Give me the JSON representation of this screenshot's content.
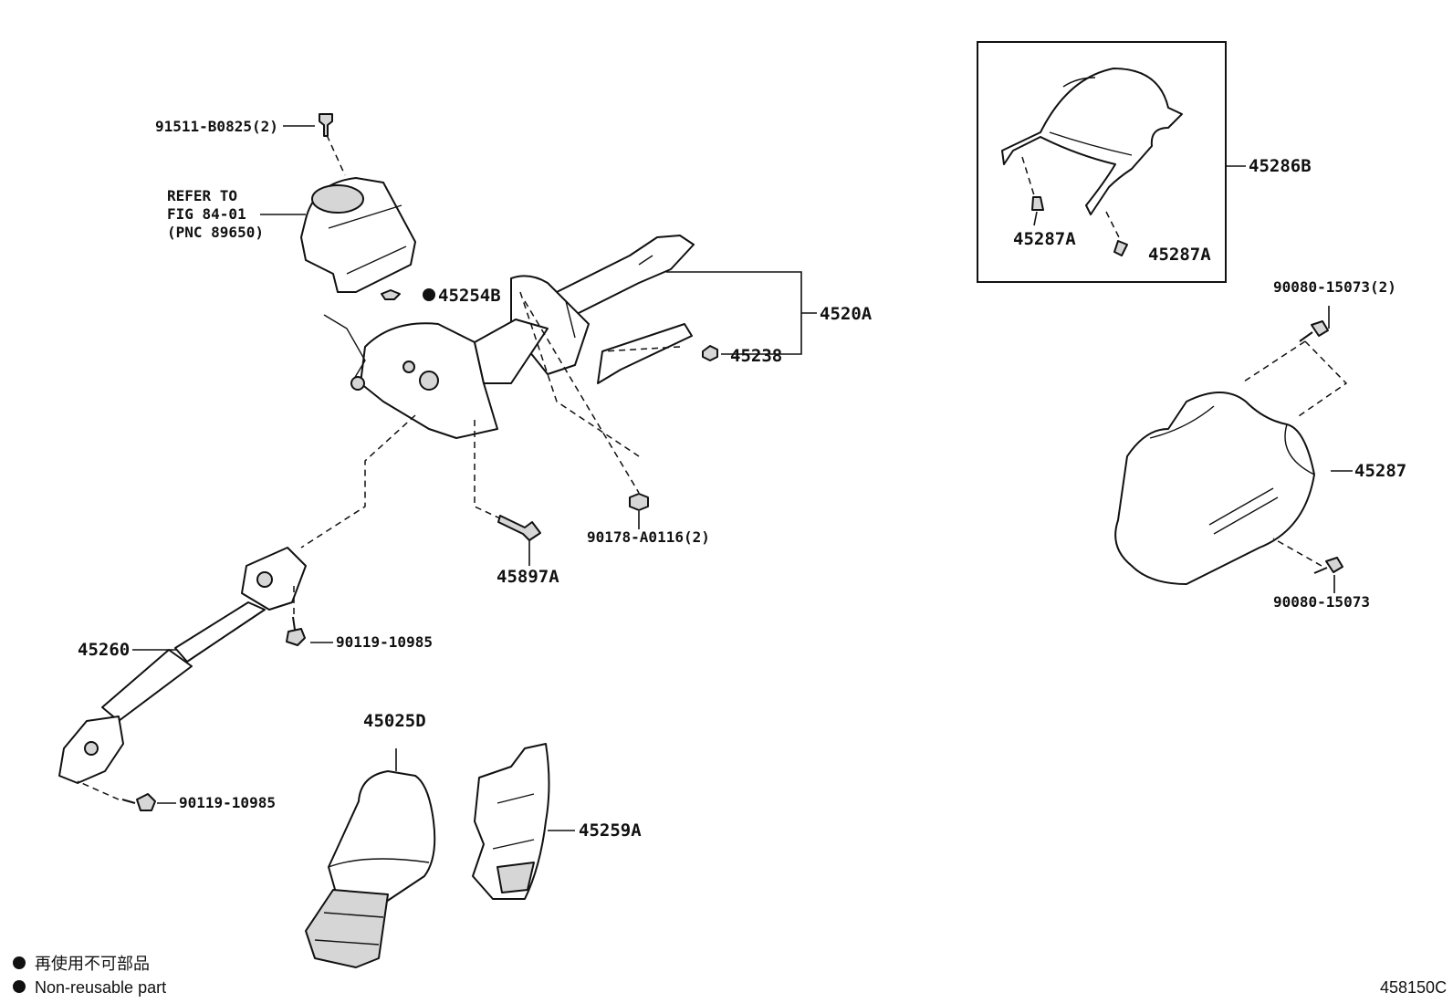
{
  "labels": {
    "bolt_91511": "91511-B0825(2)",
    "refer_line1": "REFER TO",
    "refer_line2": "FIG 84-01",
    "refer_line3": "(PNC 89650)",
    "p45254b": "45254B",
    "p4520a": "4520A",
    "p45238": "45238",
    "p90178": "90178-A0116(2)",
    "p45897a": "45897A",
    "p45260": "45260",
    "p90119_upper": "90119-10985",
    "p90119_lower": "90119-10985",
    "p45025d": "45025D",
    "p45259a": "45259A",
    "p45286b": "45286B",
    "p45287a_left": "45287A",
    "p45287a_right": "45287A",
    "p90080_top": "90080-15073(2)",
    "p45287": "45287",
    "p90080_bottom": "90080-15073"
  },
  "legend": {
    "japanese": "再使用不可部品",
    "english": "Non-reusable part"
  },
  "figure_code": "458150C"
}
